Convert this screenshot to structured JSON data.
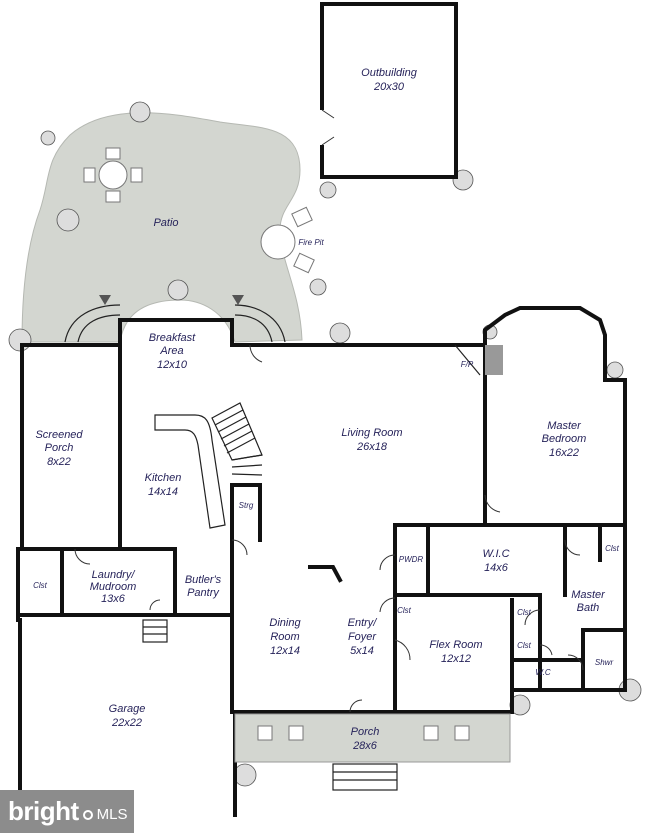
{
  "rooms": {
    "outbuilding": {
      "name": "Outbuilding",
      "size": "20x30"
    },
    "patio": {
      "name": "Patio"
    },
    "fire_pit": {
      "name": "Fire Pit"
    },
    "breakfast": {
      "name1": "Breakfast",
      "name2": "Area",
      "size": "12x10"
    },
    "fp": {
      "name": "F/P"
    },
    "screened_porch": {
      "name1": "Screened",
      "name2": "Porch",
      "size": "8x22"
    },
    "living_room": {
      "name": "Living Room",
      "size": "26x18"
    },
    "master_bedroom": {
      "name1": "Master",
      "name2": "Bedroom",
      "size": "16x22"
    },
    "kitchen": {
      "name": "Kitchen",
      "size": "14x14"
    },
    "strg": {
      "name": "Strg"
    },
    "wic": {
      "name": "W.I.C",
      "size": "14x6"
    },
    "pwdr": {
      "name": "PWDR"
    },
    "clst_master": {
      "name": "Clst"
    },
    "clst_left": {
      "name": "Clst"
    },
    "laundry": {
      "name1": "Laundry/",
      "name2": "Mudroom",
      "size": "13x6"
    },
    "butlers": {
      "name1": "Butler's",
      "name2": "Pantry"
    },
    "master_bath": {
      "name1": "Master",
      "name2": "Bath"
    },
    "clst_entry": {
      "name": "Clst"
    },
    "clst_flex1": {
      "name": "Clst"
    },
    "clst_flex2": {
      "name": "Clst"
    },
    "dining": {
      "name1": "Dining",
      "name2": "Room",
      "size": "12x14"
    },
    "entry": {
      "name1": "Entry/",
      "name2": "Foyer",
      "size": "5x14"
    },
    "flex": {
      "name": "Flex Room",
      "size": "12x12"
    },
    "wc": {
      "name": "W.C"
    },
    "shwr": {
      "name": "Shwr"
    },
    "garage": {
      "name": "Garage",
      "size": "22x22"
    },
    "porch": {
      "name": "Porch",
      "size": "28x6"
    }
  },
  "logo": {
    "brand": "bright",
    "suffix": "MLS"
  }
}
